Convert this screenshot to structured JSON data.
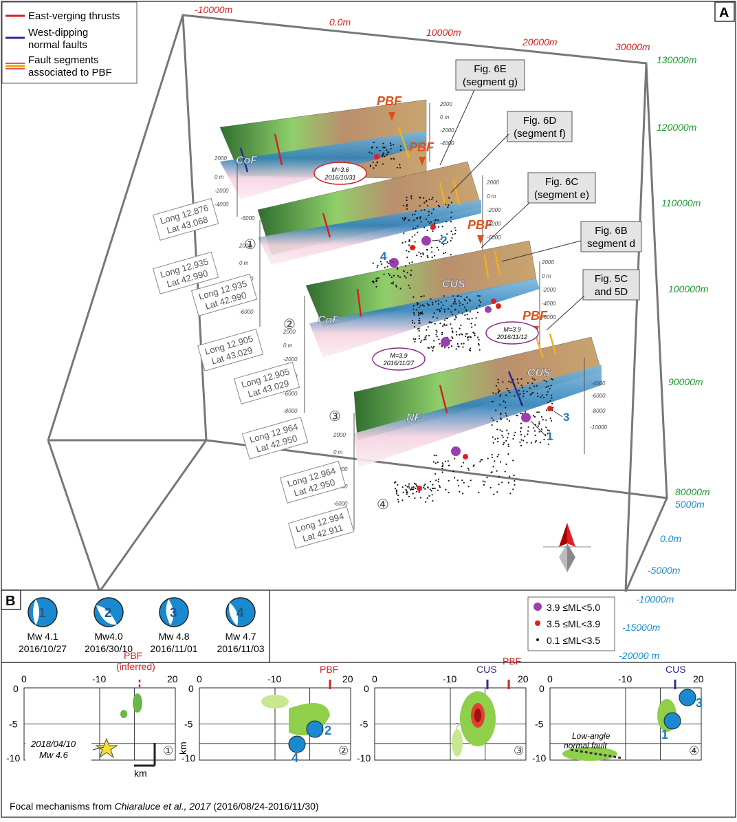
{
  "panel_a": {
    "letter": "A",
    "legend": [
      {
        "label": "East-verging thrusts",
        "color": "#d42020"
      },
      {
        "label": "West-dipping normal faults",
        "color": "#2a2a90"
      },
      {
        "label": "Fault segments associated to PBF",
        "color": "#f0b020"
      }
    ],
    "x_axis_ticks": [
      "-10000m",
      "0.0m",
      "10000m",
      "20000m",
      "30000m"
    ],
    "y_axis_ticks": [
      "130000m",
      "120000m",
      "110000m",
      "100000m",
      "90000m",
      "80000m"
    ],
    "z_axis_ticks": [
      "5000m",
      "0.0m",
      "-5000m",
      "-10000m",
      "-15000m",
      "-20000 m"
    ],
    "callouts": [
      {
        "title": "Fig. 6E",
        "sub": "(segment g)"
      },
      {
        "title": "Fig. 6D",
        "sub": "(segment f)"
      },
      {
        "title": "Fig. 6C",
        "sub": "(segment e)"
      },
      {
        "title": "Fig. 6B",
        "sub": "segment d"
      },
      {
        "title": "Fig. 5C",
        "sub": "and 5D"
      }
    ],
    "coords": [
      {
        "long": "Long 12.876",
        "lat": "Lat 43.068"
      },
      {
        "long": "Long 12.935",
        "lat": "Lat 42.990"
      },
      {
        "long": "Long 12.935",
        "lat": "Lat 42.990"
      },
      {
        "long": "Long 12.905",
        "lat": "Lat 43.029"
      },
      {
        "long": "Long 12.905",
        "lat": "Lat 43.029"
      },
      {
        "long": "Long 12.964",
        "lat": "Lat 42.950"
      },
      {
        "long": "Long 12.964",
        "lat": "Lat 42.950"
      },
      {
        "long": "Long 12.994",
        "lat": "Lat 42.911"
      }
    ],
    "section_numbers": [
      "①",
      "②",
      "③",
      "④"
    ],
    "fault_labels": {
      "pbf": "PBF",
      "cof": "CoF",
      "cus": "CUS",
      "nf": "NF"
    },
    "event_labels": [
      "M=3.6\n2016/10/31",
      "M=3.9\n2016/11/12",
      "M=3.9\n2016/11/27"
    ],
    "section_depths": [
      "2000",
      "0 m",
      "-2000",
      "-4000",
      "-6000",
      "-8000",
      "-10000"
    ],
    "mech_numbers": [
      "1",
      "2",
      "3",
      "4"
    ],
    "magnitude_legend": [
      {
        "label": "3.9 ≤ML<5.0",
        "color": "#9b3fb0",
        "size": "large"
      },
      {
        "label": "3.5 ≤ML<3.9",
        "color": "#e02020",
        "size": "medium"
      },
      {
        "label": "0.1 ≤ML<3.5",
        "color": "#111111",
        "size": "small"
      }
    ]
  },
  "panel_b": {
    "letter": "B",
    "mechanisms": [
      {
        "num": "1",
        "mw": "Mw 4.1",
        "date": "2016/10/27"
      },
      {
        "num": "2",
        "mw": "Mw4.0",
        "date": "2016/30/10"
      },
      {
        "num": "3",
        "mw": "Mw 4.8",
        "date": "2016/11/01"
      },
      {
        "num": "4",
        "mw": "Mw 4.7",
        "date": "2016/11/03"
      }
    ]
  },
  "panel_c": {
    "maps": [
      {
        "circled": "①",
        "tags": [
          "PBF",
          "(inferred)"
        ],
        "star_label": [
          "2018/04/10",
          "Mw 4.6"
        ],
        "km_v": "km",
        "km_h": "km"
      },
      {
        "circled": "②",
        "tags": [
          "PBF"
        ],
        "mechs": [
          "2",
          "4"
        ]
      },
      {
        "circled": "③",
        "tags": [
          "CUS",
          "PBF"
        ],
        "question": "?"
      },
      {
        "circled": "④",
        "tags": [
          "CUS"
        ],
        "mechs": [
          "1",
          "3"
        ],
        "note": [
          "Low-angle",
          "normal fault"
        ]
      }
    ],
    "x_ticks": [
      "0",
      "-10",
      "20"
    ],
    "y_ticks": [
      "0",
      "-5",
      "-10"
    ],
    "caption_pre": "Focal mechanisms from ",
    "caption_ital": "Chiaraluce et al., 2017",
    "caption_post": " (2016/08/24-2016/11/30)"
  },
  "colors": {
    "red_axis": "#d42020",
    "green_axis": "#1a9a30",
    "blue_axis": "#1a8ad0",
    "beachball": "#1a8ad0",
    "callout_fill": "#e4e4e4"
  }
}
